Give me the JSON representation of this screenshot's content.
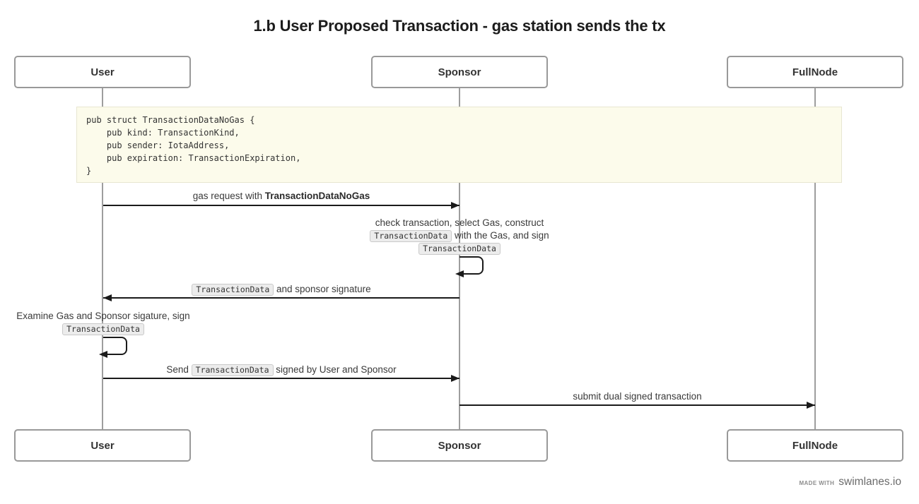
{
  "title": "1.b User Proposed Transaction - gas station sends the tx",
  "actors": {
    "user": "User",
    "sponsor": "Sponsor",
    "fullnode": "FullNode"
  },
  "note_code": {
    "line1": "pub struct TransactionDataNoGas {",
    "line2": "    pub kind: TransactionKind,",
    "line3": "    pub sender: IotaAddress,",
    "line4": "    pub expiration: TransactionExpiration,",
    "line5": "}"
  },
  "messages": {
    "gas_request": {
      "prefix": "gas request with ",
      "bold": "TransactionDataNoGas"
    },
    "sponsor_self": {
      "line1": "check transaction, select Gas, construct",
      "code1": "TransactionData",
      "line2_rest": " with the Gas, and sign",
      "code2": "TransactionData"
    },
    "return_signed": {
      "code": "TransactionData",
      "rest": " and sponsor signature"
    },
    "user_self": {
      "line1": "Examine Gas and Sponsor sigature, sign",
      "code": "TransactionData"
    },
    "send_signed": {
      "prefix": "Send ",
      "code": "TransactionData",
      "suffix": " signed by User and Sponsor"
    },
    "submit": {
      "label": "submit dual signed transaction"
    }
  },
  "footer": {
    "made_with": "made with",
    "brand": "swimlanes.io"
  },
  "colors": {
    "note_bg": "#fcfbeb",
    "note_border": "#e8e6d1",
    "arrow": "#1a1a1a",
    "lifeline": "#9e9e9e",
    "actor_border": "#999999",
    "chip_bg": "#ececec",
    "chip_border": "#c9c9c9"
  }
}
